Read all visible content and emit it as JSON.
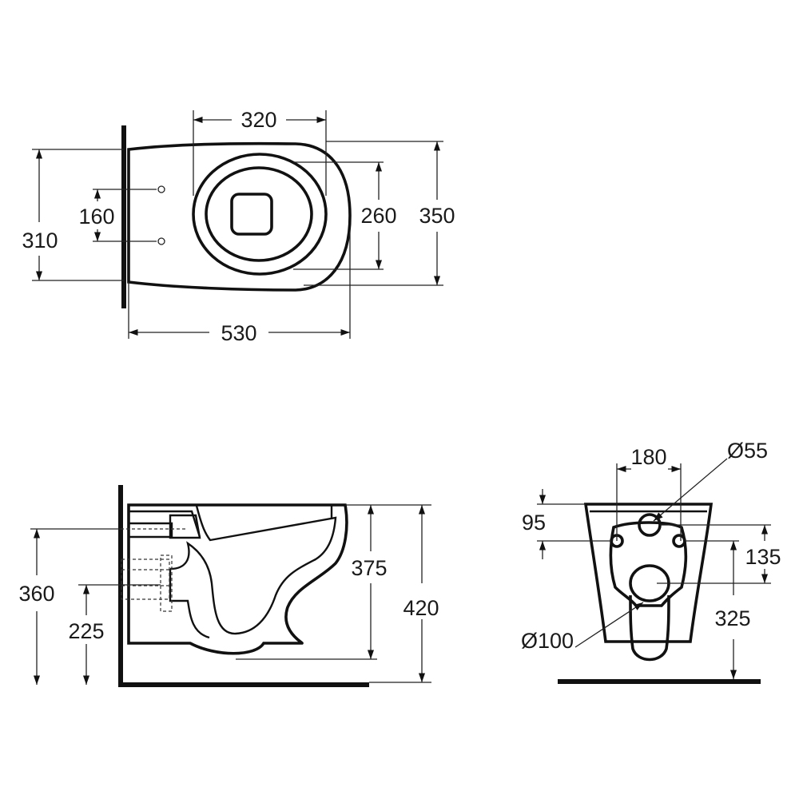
{
  "top_view": {
    "width_320": "320",
    "fix_spacing_160": "160",
    "bracket_310": "310",
    "seat_260": "260",
    "overall_350": "350",
    "length_530": "530"
  },
  "side_view": {
    "height_360": "360",
    "height_225": "225",
    "height_375": "375",
    "height_420": "420"
  },
  "rear_view": {
    "spacing_180": "180",
    "inlet_diameter": "Ø55",
    "offset_95": "95",
    "offset_135": "135",
    "height_325": "325",
    "outlet_diameter": "Ø100"
  },
  "colors": {
    "line": "#111111",
    "background": "#ffffff"
  }
}
